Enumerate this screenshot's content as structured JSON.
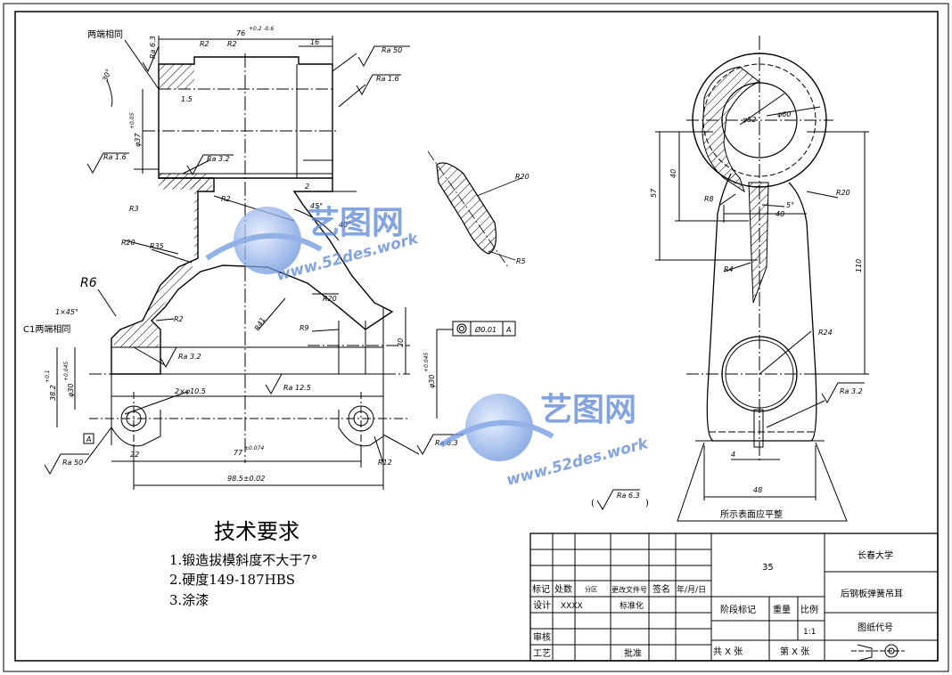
{
  "views": {
    "left": {
      "note_both_ends": "两端相同",
      "note_chamfer": "C1两端相同",
      "chamfer": "1×45°",
      "datum": "A",
      "dims": {
        "top_len": "76",
        "top_tol": "+0.2 -0.6",
        "r2a": "R2",
        "r2b": "R2",
        "r2c": "R2",
        "r2d": "R2",
        "d16": "16",
        "d15": "1.5",
        "d37": "φ37",
        "d37_tol": "+0.05",
        "ang30": "30°",
        "r3": "R3",
        "r20": "R20",
        "r35": "R35",
        "r6": "R6",
        "d2": "2",
        "ang45": "45°",
        "ang40": "40°",
        "r41": "R41",
        "r9": "R9",
        "r20b": "R20",
        "d30h": "30",
        "d30d": "φ30",
        "d30d_tol": "+0.045",
        "d38": "38.2",
        "d38_tol": "+0.1",
        "d30e": "φ30",
        "d30e_tol": "+0.045",
        "holes": "2×φ10.5",
        "d22": "22",
        "d77": "77",
        "d77_tol": "±0.074",
        "d985": "98.5±0.02",
        "r12": "R12"
      },
      "roughness": {
        "ra63": "Ra 6.3",
        "ra50a": "Ra 50",
        "ra16a": "Ra 1.6",
        "ra16b": "Ra 1.6",
        "ra32a": "Ra 3.2",
        "ra32b": "Ra 3.2",
        "ra125": "Ra 12.5",
        "ra63b": "Ra 6.3",
        "ra50b": "Ra 50"
      },
      "tolerance_frame": {
        "value": "Ø0.01",
        "datum": "A"
      }
    },
    "section": {
      "r20": "R20",
      "r5": "R5"
    },
    "right": {
      "d52": "φ52",
      "d60": "φ60",
      "d40v": "40",
      "d57": "57",
      "r8": "R8",
      "ang5": "5°",
      "d40h": "40",
      "r20": "R20",
      "r4": "R4",
      "d110": "110",
      "r24": "R24",
      "ra32": "Ra 3.2",
      "d4": "4",
      "d48": "48",
      "note_flat": "所示表面应平整"
    }
  },
  "general_roughness": "Ra 6.3",
  "requirements": {
    "title": "技术要求",
    "items": [
      "1.锻造拔模斜度不大于7°",
      "2.硬度149-187HBS",
      "3.涂漆"
    ]
  },
  "title_block": {
    "mark": "标记",
    "count": "处数",
    "zone": "分区",
    "change_doc": "更改文件号",
    "sign": "签名",
    "date": "年/月/日",
    "design": "设计",
    "designer": "XXXX",
    "standard": "标准化",
    "review": "审核",
    "process": "工艺",
    "approve": "批准",
    "material_no": "35",
    "stage": "阶段标记",
    "weight": "重量",
    "scale": "比例",
    "scale_val": "1:1",
    "total": "共 X 张",
    "sheet": "第 X 张",
    "school": "长春大学",
    "part_name": "后钢板弹簧吊耳",
    "drawing_no": "图纸代号"
  },
  "watermark": {
    "cn": "艺图网",
    "url": "www.52des.work"
  },
  "colors": {
    "line": "#000000",
    "watermark": "#5a86d8"
  }
}
